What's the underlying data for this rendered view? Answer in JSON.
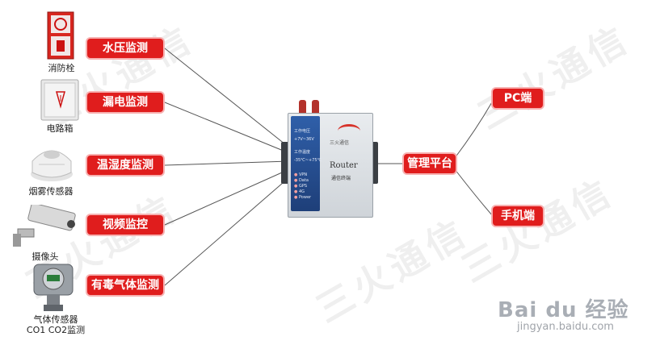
{
  "watermark": "三火通信",
  "center_label": "管理平台",
  "sensors": [
    {
      "tag": "水压监测",
      "device": "消防栓",
      "icon": "fire-hydrant-cabinet-icon"
    },
    {
      "tag": "漏电监测",
      "device": "电路箱",
      "icon": "electrical-box-icon"
    },
    {
      "tag": "温湿度监测",
      "device": "烟雾传感器",
      "icon": "smoke-detector-icon"
    },
    {
      "tag": "视频监控",
      "device": "摄像头",
      "icon": "camera-icon"
    },
    {
      "tag": "有毒气体监测",
      "device": "气体传感器",
      "device_line2": "CO1  CO2监测",
      "icon": "gas-sensor-icon"
    }
  ],
  "outputs": [
    {
      "tag": "PC端"
    },
    {
      "tag": "手机端"
    }
  ],
  "router": {
    "brand_text": "三火通信",
    "model": "Router",
    "subtitle": "通信终端",
    "spec_1": "工作电压",
    "spec_1_val": "+7V~36V",
    "spec_2": "工作温度",
    "spec_2_val": "-35℃~+75℃",
    "leds": [
      "VPN",
      "Data",
      "GPS",
      "4G",
      "Power"
    ]
  },
  "baidu_logo": "Bai du 经验",
  "baidu_url": "jingyan.baidu.com",
  "colors": {
    "tag_red": "#e01d1d",
    "line": "#555555",
    "router_blue": "#2f5fa9"
  }
}
